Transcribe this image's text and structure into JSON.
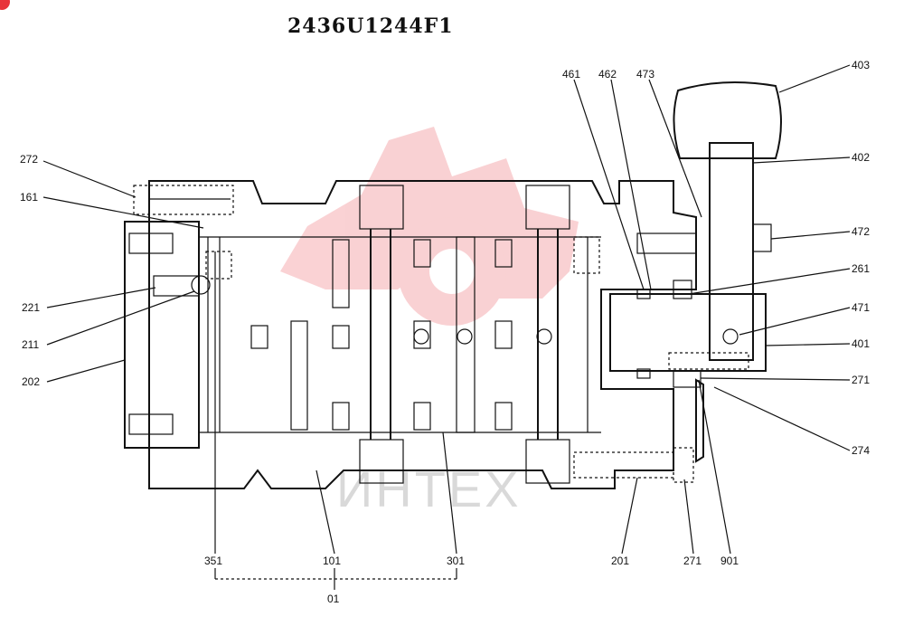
{
  "drawing_number": "2436U1244F1",
  "watermark_text": "ИНТЕХ",
  "accent_color": "#e8333a",
  "labels": {
    "p272": "272",
    "p161": "161",
    "p221": "221",
    "p211": "211",
    "p202": "202",
    "p461": "461",
    "p462": "462",
    "p473": "473",
    "p403": "403",
    "p402": "402",
    "p472": "472",
    "p261": "261",
    "p471": "471",
    "p401": "401",
    "p271a": "271",
    "p274": "274",
    "p351": "351",
    "p101": "101",
    "p301": "301",
    "p201": "201",
    "p271b": "271",
    "p901": "901",
    "p01": "01"
  }
}
